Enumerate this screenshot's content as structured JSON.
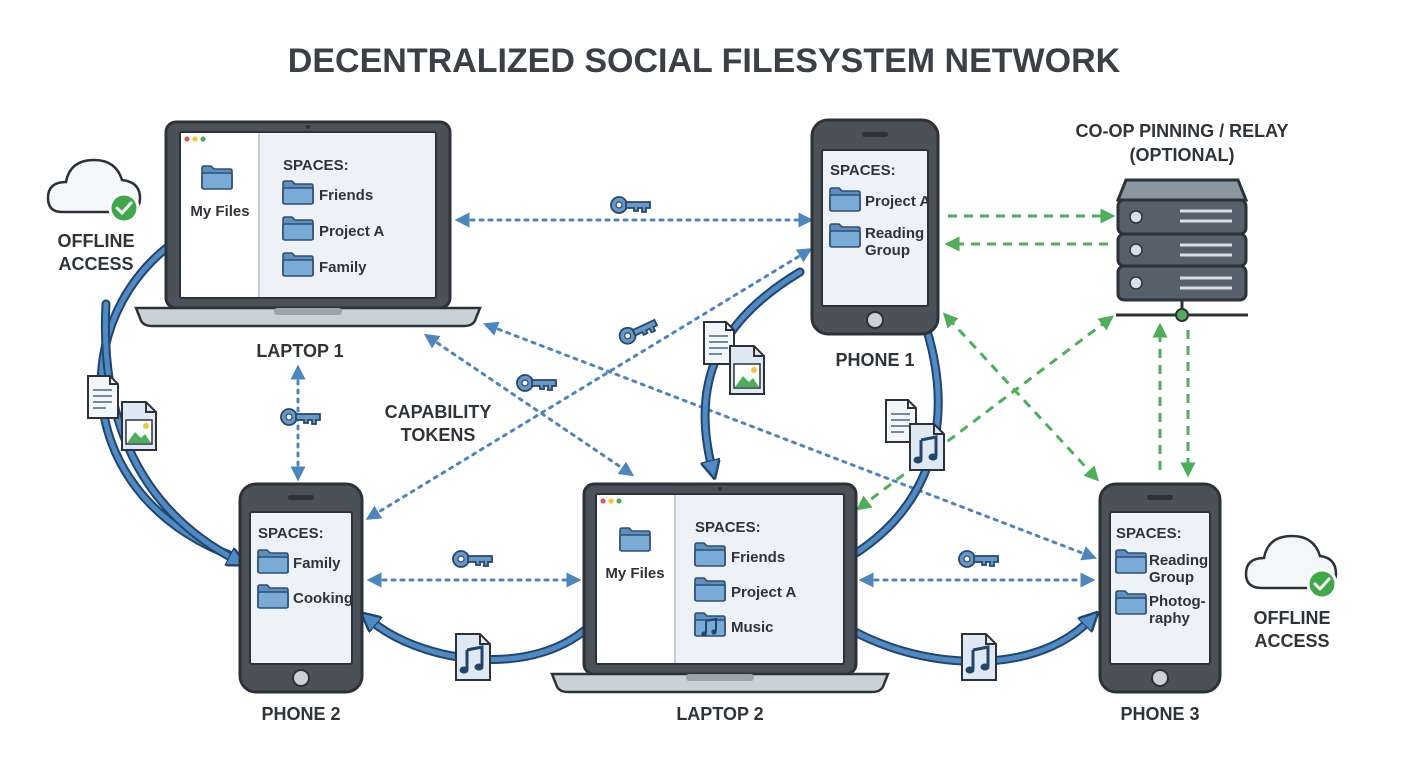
{
  "title": "DECENTRALIZED SOCIAL FILESYSTEM NETWORK",
  "labels": {
    "capability_tokens": [
      "CAPABILITY",
      "TOKENS"
    ],
    "relay": [
      "CO-OP PINNING / RELAY",
      "(OPTIONAL)"
    ],
    "offline_access": [
      "OFFLINE",
      "ACCESS"
    ]
  },
  "devices": {
    "laptop1": {
      "label": "LAPTOP 1",
      "my_files": "My Files",
      "spaces_header": "SPACES:",
      "spaces": [
        "Friends",
        "Project A",
        "Family"
      ]
    },
    "laptop2": {
      "label": "LAPTOP 2",
      "my_files": "My Files",
      "spaces_header": "SPACES:",
      "spaces": [
        "Friends",
        "Project A",
        "Music"
      ]
    },
    "phone1": {
      "label": "PHONE 1",
      "spaces_header": "SPACES:",
      "spaces": [
        "Project A",
        "Reading",
        "Group"
      ]
    },
    "phone2": {
      "label": "PHONE 2",
      "spaces_header": "SPACES:",
      "spaces": [
        "Family",
        "Cooking"
      ]
    },
    "phone3": {
      "label": "PHONE 3",
      "spaces_header": "SPACES:",
      "spaces": [
        "Reading",
        "Group",
        "Photog-",
        "raphy"
      ]
    }
  },
  "icons": {
    "key": "key-icon",
    "folder": "folder-icon",
    "document": "document-icon",
    "image": "image-file-icon",
    "music": "music-file-icon",
    "cloud": "cloud-check-icon",
    "server": "server-rack-icon"
  },
  "colors": {
    "p2p_link": "#4d86bd",
    "relay_link": "#4fae5a",
    "sync_arrow": "#4f8ac4",
    "device_bezel": "#4b5159",
    "check": "#3ea84a"
  }
}
